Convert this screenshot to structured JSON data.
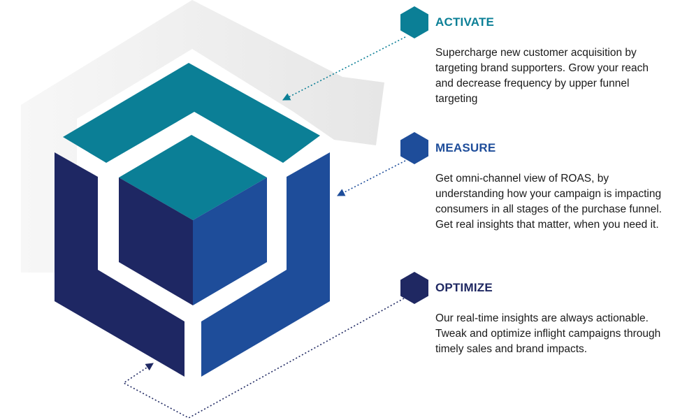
{
  "colors": {
    "teal": "#0b7f96",
    "blue": "#1e4d9a",
    "navy": "#1f2862",
    "arrow_gray": "#e9e9e9"
  },
  "steps": [
    {
      "title": "ACTIVATE",
      "text": "Supercharge new customer acquisition by targeting brand supporters. Grow your reach and decrease frequency by upper funnel targeting",
      "color": "#0b7f96",
      "icon": "hexagon-icon"
    },
    {
      "title": "MEASURE",
      "text": "Get omni-channel view of ROAS, by understanding how your campaign is impacting consumers in all stages of the purchase funnel. Get real insights that matter, when you need it.",
      "color": "#1e4d9a",
      "icon": "hexagon-icon"
    },
    {
      "title": "OPTIMIZE",
      "text": "Our real-time insights are always actionable. Tweak and optimize inflight campaigns through timely sales and brand impacts.",
      "color": "#1f2862",
      "icon": "hexagon-icon"
    }
  ]
}
